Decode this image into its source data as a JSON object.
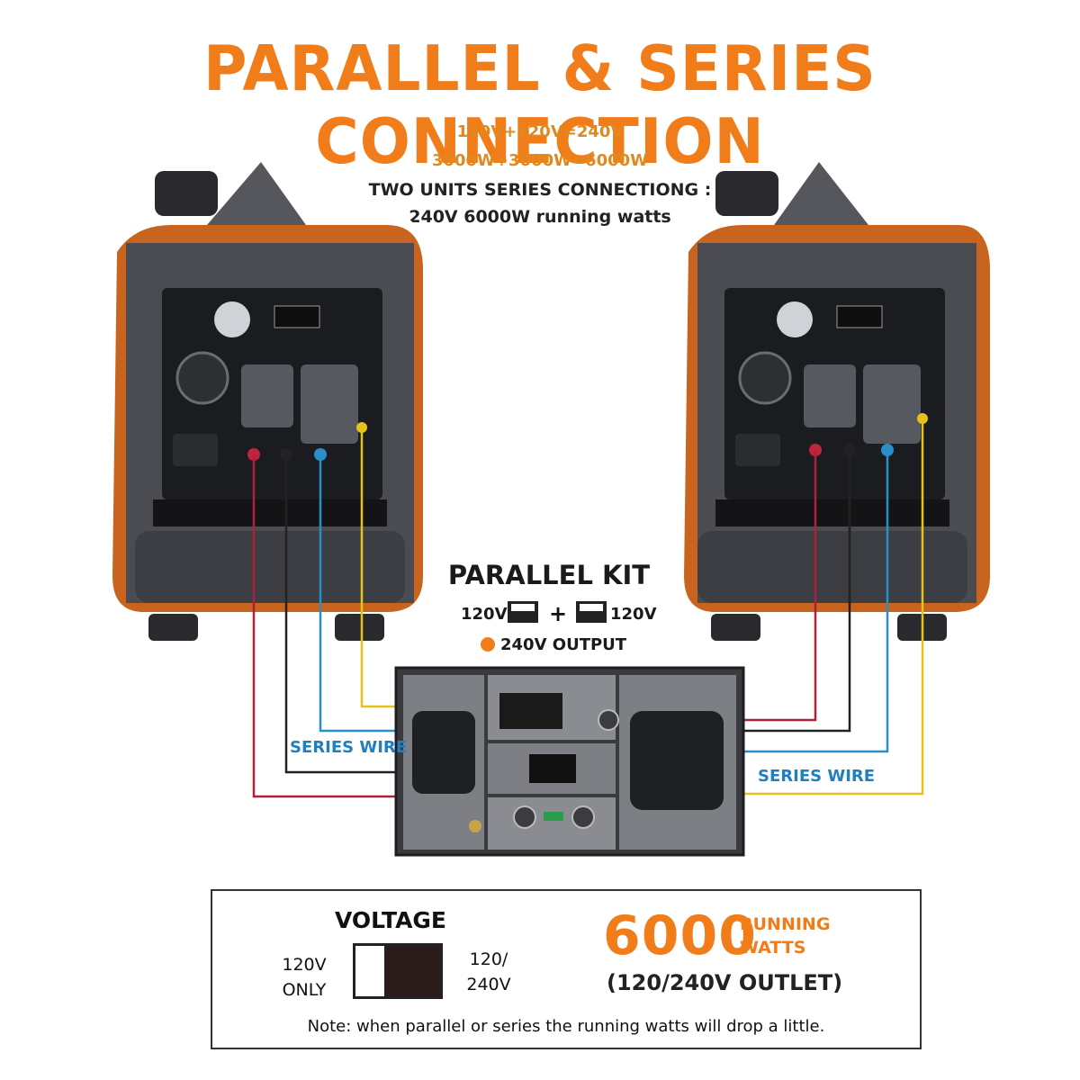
{
  "title": "PARALLEL & SERIES CONNECTION",
  "equation_voltage": "120V+120V=240V",
  "equation_power": "3000W+3000W=6000W",
  "series_note_line1": "TWO UNITS SERIES  CONNECTIONG :",
  "series_note_line2": "240V 6000W running watts",
  "parallel_kit": {
    "title": "PARALLEL KIT",
    "left_voltage": "120V",
    "right_voltage": "120V",
    "output": "240V OUTPUT"
  },
  "wire_label_left": "SERIES WIRE",
  "wire_label_right": "SERIES WIRE",
  "voltage_box": {
    "title": "VOLTAGE",
    "left_line1": "120V",
    "left_line2": "ONLY",
    "right_line1": "120/",
    "right_line2": "240V",
    "watts_value": "6000",
    "watts_label_line1": "RUNNING",
    "watts_label_line2": "WATTS",
    "outlet": "(120/240V OUTLET)",
    "note": "Note: when parallel or series the running watts will drop a little."
  },
  "colors": {
    "accent_orange": "#f07d1a",
    "wire_red": "#b0203a",
    "wire_black": "#222222",
    "wire_blue": "#2a8fc8",
    "wire_yellow": "#e8c21a",
    "body_gray": "#3d3f44"
  }
}
